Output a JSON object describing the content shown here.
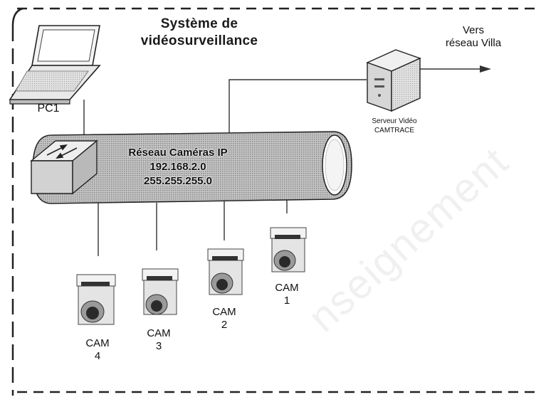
{
  "title_line1": "Système de",
  "title_line2": "vidéosurveillance",
  "external": {
    "line1": "Vers",
    "line2": "réseau Villa"
  },
  "pc": {
    "label": "PC1"
  },
  "server": {
    "line1": "Serveur Vidéo",
    "line2": "CAMTRACE"
  },
  "network": {
    "name": "Réseau Caméras IP",
    "ip": "192.168.2.0",
    "mask": "255.255.255.0"
  },
  "cameras": [
    {
      "label": "CAM",
      "number": "1"
    },
    {
      "label": "CAM",
      "number": "2"
    },
    {
      "label": "CAM",
      "number": "3"
    },
    {
      "label": "CAM",
      "number": "4"
    }
  ],
  "watermark": "nseignement",
  "colors": {
    "pipe": "#a8a8a8",
    "line": "#333333",
    "device": "#d9d9d9"
  }
}
